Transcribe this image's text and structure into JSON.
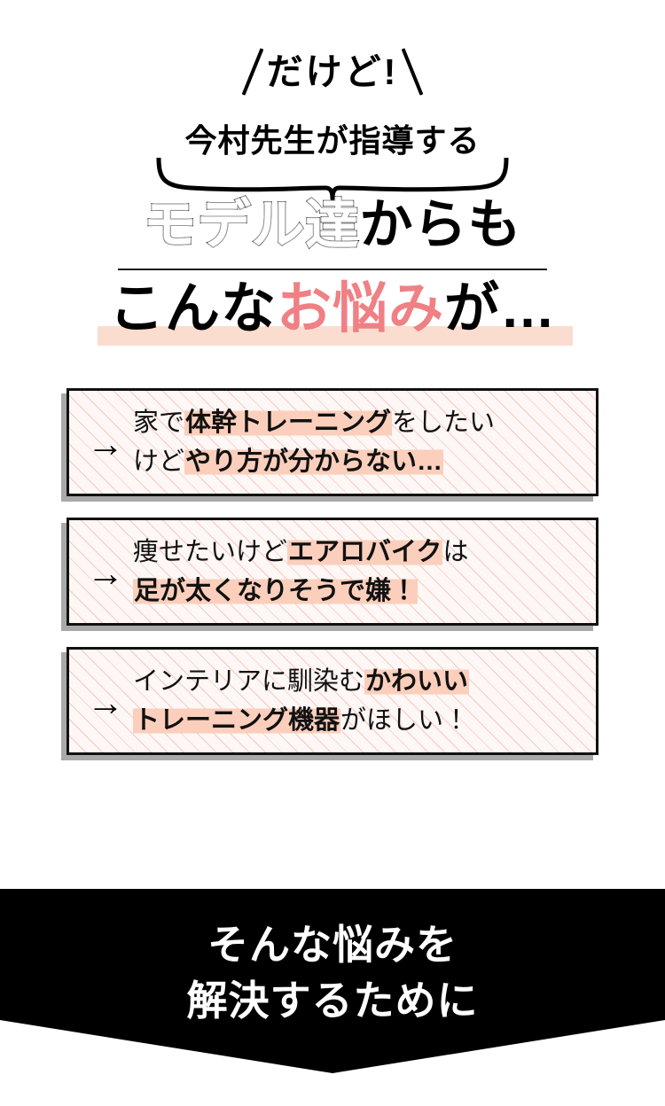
{
  "kicker": {
    "text": "だけど!",
    "slash_left": "\\",
    "slash_right": "/"
  },
  "brace": {
    "text": "今村先生が指導する"
  },
  "headline": {
    "line1_outline": "モデル達",
    "line1_solid": "からも",
    "line2_part1": "こんな",
    "line2_accent": "お悩み",
    "line2_part3": "が…"
  },
  "boxes": [
    {
      "arrow": "→",
      "segments": [
        {
          "text": "家で",
          "style": "plain"
        },
        {
          "text": "体幹トレーニング",
          "style": "highlight-bold"
        },
        {
          "text": "をしたい",
          "style": "plain"
        },
        {
          "text": "けど",
          "style": "plain",
          "line_break_before": true
        },
        {
          "text": "やり方が分からない…",
          "style": "highlight-bold"
        }
      ]
    },
    {
      "arrow": "→",
      "segments": [
        {
          "text": "痩せたいけど",
          "style": "plain"
        },
        {
          "text": "エアロバイク",
          "style": "highlight-bold"
        },
        {
          "text": "は",
          "style": "plain"
        },
        {
          "text": "足が太くなりそうで嫌！",
          "style": "highlight-bold",
          "line_break_before": true
        }
      ]
    },
    {
      "arrow": "→",
      "segments": [
        {
          "text": "インテリアに馴染む",
          "style": "plain"
        },
        {
          "text": "かわいい",
          "style": "highlight-bold"
        },
        {
          "text": "トレーニング機器",
          "style": "highlight-bold",
          "line_break_before": true
        },
        {
          "text": "がほしい！",
          "style": "plain"
        }
      ]
    }
  ],
  "banner": {
    "line1": "そんな悩みを",
    "line2": "解決するために"
  },
  "colors": {
    "accent_text": "#ef8084",
    "highlight_bar": "#fbddd0",
    "highlight_inline": "#fbcfbc",
    "hatch_line": "#f0968c",
    "box_border": "#111111",
    "box_shadow": "#a9a9a9",
    "banner_bg": "#000000",
    "banner_text": "#ffffff"
  }
}
